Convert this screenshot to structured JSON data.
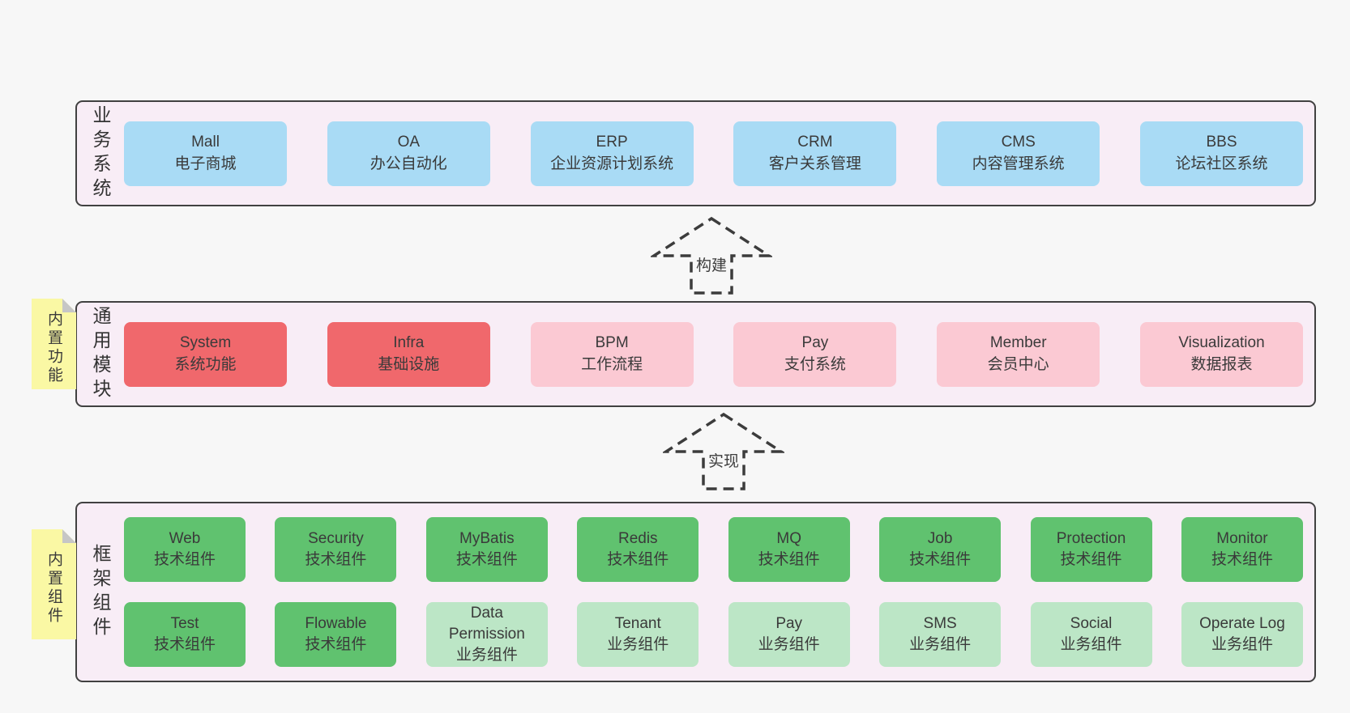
{
  "colors": {
    "page_bg": "#f7f7f7",
    "container_fill": "#f8edf6",
    "container_border": "#414141",
    "blue": "#a9dbf5",
    "red": "#f0686c",
    "pink": "#fbc9d3",
    "green": "#60c26f",
    "lightgreen": "#bce6c6",
    "note_yellow": "#faf8a4",
    "note_fold_gray": "#c6c6c6",
    "text": "#3a3a3a"
  },
  "arrows": [
    {
      "label": "构建"
    },
    {
      "label": "实现"
    }
  ],
  "layers": [
    {
      "id": "business",
      "label": "业务系统",
      "rows": [
        [
          {
            "title": "Mall",
            "subtitle": "电子商城",
            "variant": "blue"
          },
          {
            "title": "OA",
            "subtitle": "办公自动化",
            "variant": "blue"
          },
          {
            "title": "ERP",
            "subtitle": "企业资源计划系统",
            "variant": "blue"
          },
          {
            "title": "CRM",
            "subtitle": "客户关系管理",
            "variant": "blue"
          },
          {
            "title": "CMS",
            "subtitle": "内容管理系统",
            "variant": "blue"
          },
          {
            "title": "BBS",
            "subtitle": "论坛社区系统",
            "variant": "blue"
          }
        ]
      ]
    },
    {
      "id": "modules",
      "label": "通用模块",
      "note": "内置功能",
      "rows": [
        [
          {
            "title": "System",
            "subtitle": "系统功能",
            "variant": "red"
          },
          {
            "title": "Infra",
            "subtitle": "基础设施",
            "variant": "red"
          },
          {
            "title": "BPM",
            "subtitle": "工作流程",
            "variant": "pink"
          },
          {
            "title": "Pay",
            "subtitle": "支付系统",
            "variant": "pink"
          },
          {
            "title": "Member",
            "subtitle": "会员中心",
            "variant": "pink"
          },
          {
            "title": "Visualization",
            "subtitle": "数据报表",
            "variant": "pink"
          }
        ]
      ]
    },
    {
      "id": "components",
      "label": "框架组件",
      "note": "内置组件",
      "rows": [
        [
          {
            "title": "Web",
            "subtitle": "技术组件",
            "variant": "green"
          },
          {
            "title": "Security",
            "subtitle": "技术组件",
            "variant": "green"
          },
          {
            "title": "MyBatis",
            "subtitle": "技术组件",
            "variant": "green"
          },
          {
            "title": "Redis",
            "subtitle": "技术组件",
            "variant": "green"
          },
          {
            "title": "MQ",
            "subtitle": "技术组件",
            "variant": "green"
          },
          {
            "title": "Job",
            "subtitle": "技术组件",
            "variant": "green"
          },
          {
            "title": "Protection",
            "subtitle": "技术组件",
            "variant": "green"
          },
          {
            "title": "Monitor",
            "subtitle": "技术组件",
            "variant": "green"
          }
        ],
        [
          {
            "title": "Test",
            "subtitle": "技术组件",
            "variant": "green"
          },
          {
            "title": "Flowable",
            "subtitle": "技术组件",
            "variant": "green"
          },
          {
            "title": "Data Permission",
            "subtitle": "业务组件",
            "variant": "lightgreen"
          },
          {
            "title": "Tenant",
            "subtitle": "业务组件",
            "variant": "lightgreen"
          },
          {
            "title": "Pay",
            "subtitle": "业务组件",
            "variant": "lightgreen"
          },
          {
            "title": "SMS",
            "subtitle": "业务组件",
            "variant": "lightgreen"
          },
          {
            "title": "Social",
            "subtitle": "业务组件",
            "variant": "lightgreen"
          },
          {
            "title": "Operate Log",
            "subtitle": "业务组件",
            "variant": "lightgreen"
          }
        ]
      ]
    }
  ]
}
